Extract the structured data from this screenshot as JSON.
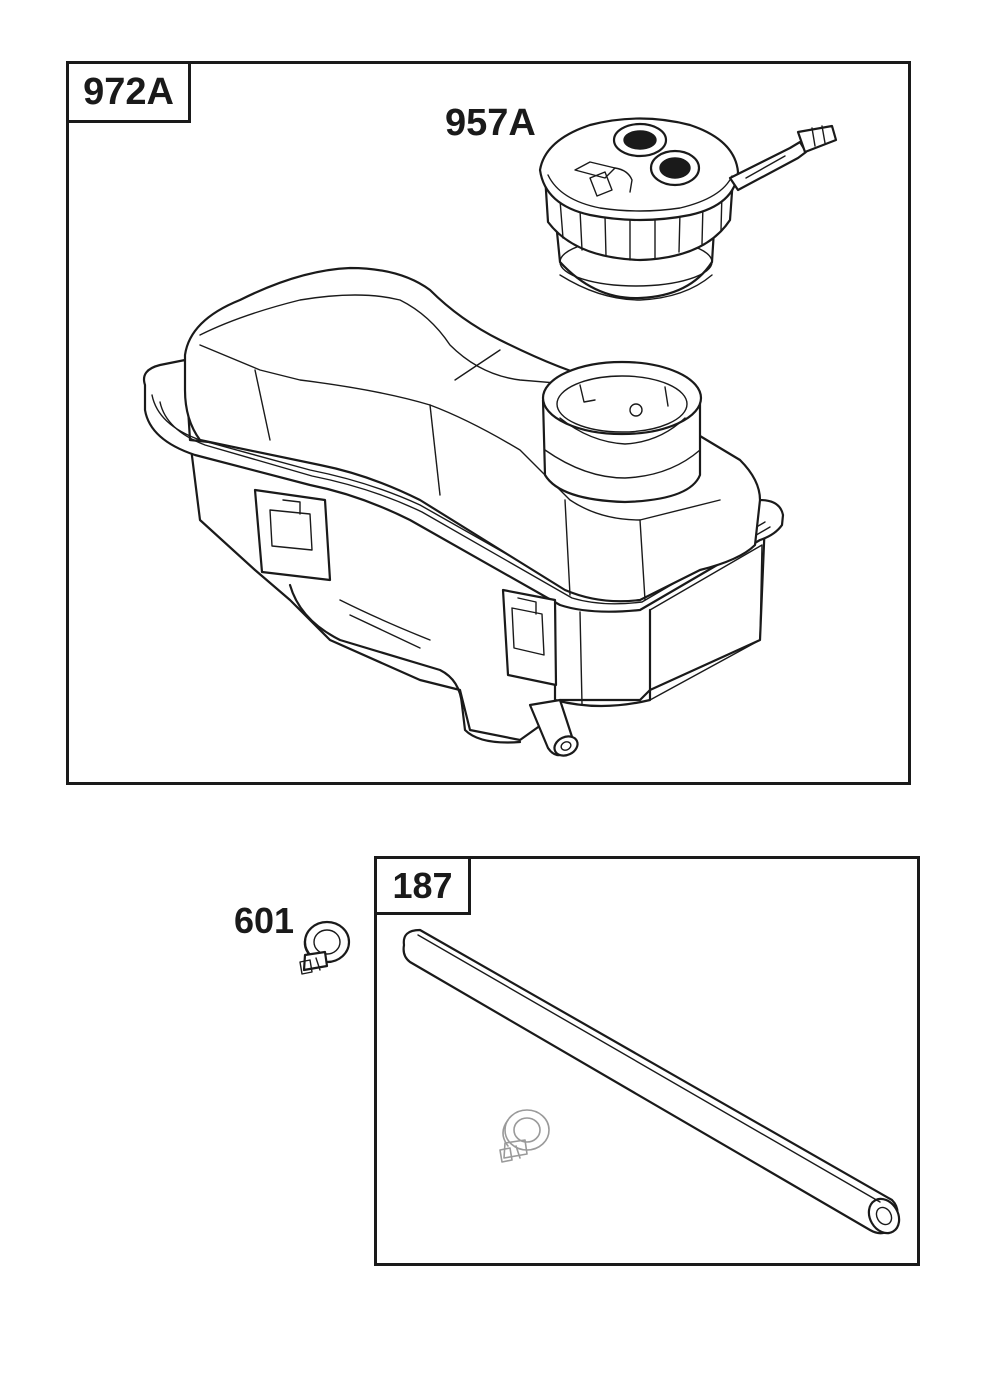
{
  "panels": {
    "fuel_tank_assembly": {
      "label": "972A"
    },
    "fuel_line_kit": {
      "label": "187"
    }
  },
  "callouts": {
    "fuel_cap": "957A",
    "hose_clamp": "601"
  },
  "colors": {
    "line": "#1a1a1a",
    "ghost_line": "#9a9a9a",
    "background": "#ffffff"
  }
}
